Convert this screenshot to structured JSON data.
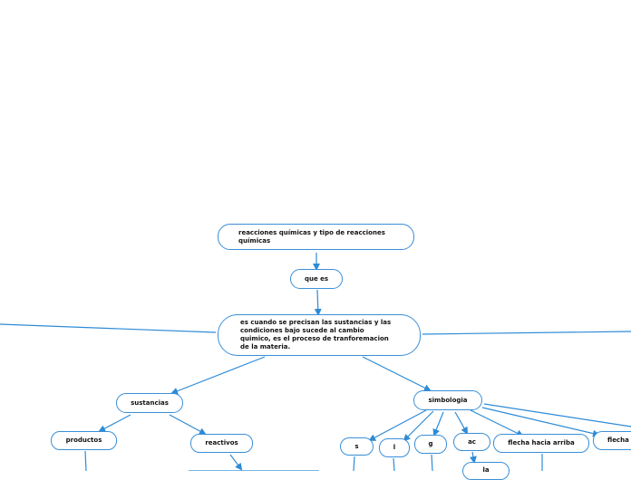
{
  "nodes": {
    "root": "reacciones químicas y tipo de reacciones químicas",
    "que_es": "que es",
    "definition": "es cuando se precisan las sustancias y las condiciones bajo sucede al cambio quimico, es el proceso de tranforemacion de la materia.",
    "sustancias": "sustancias",
    "simbologia": "simbologia",
    "productos": "productos",
    "reactivos": "reactivos",
    "s": "s",
    "l": "l",
    "g": "g",
    "ac": "ac",
    "la": "la",
    "flecha_arriba": "flecha hacia arriba",
    "flecha": "flecha"
  },
  "colors": {
    "line": "#2e8bd6",
    "border": "#3a8fd8"
  }
}
